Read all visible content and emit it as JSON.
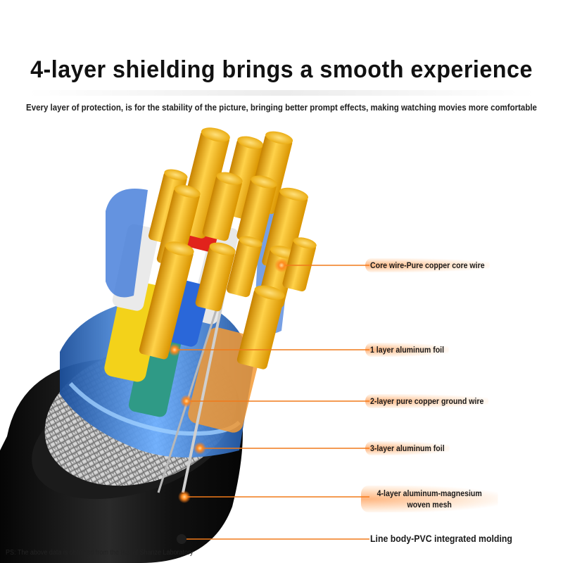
{
  "header": {
    "title": "4-layer shielding brings a smooth experience",
    "subtitle": "Every layer of protection, is for the stability of the picture, bringing better prompt effects, making watching movies more comfortable"
  },
  "callouts": [
    {
      "label": "Core wire-Pure copper core wire"
    },
    {
      "label": "1 layer aluminum foil"
    },
    {
      "label": "2-layer pure copper ground wire"
    },
    {
      "label": "3-layer aluminum foil"
    },
    {
      "label": "4-layer aluminum-magnesium woven mesh"
    },
    {
      "label": "Line body-PVC integrated molding"
    }
  ],
  "footer": {
    "note": "PS: The above data is obtained from the test of Shanze Laboratory"
  },
  "colors": {
    "accent": "#f07a1a",
    "gold": "#f2b21c",
    "jacket": "#161616",
    "foil_blue": "#3a7fd0"
  }
}
